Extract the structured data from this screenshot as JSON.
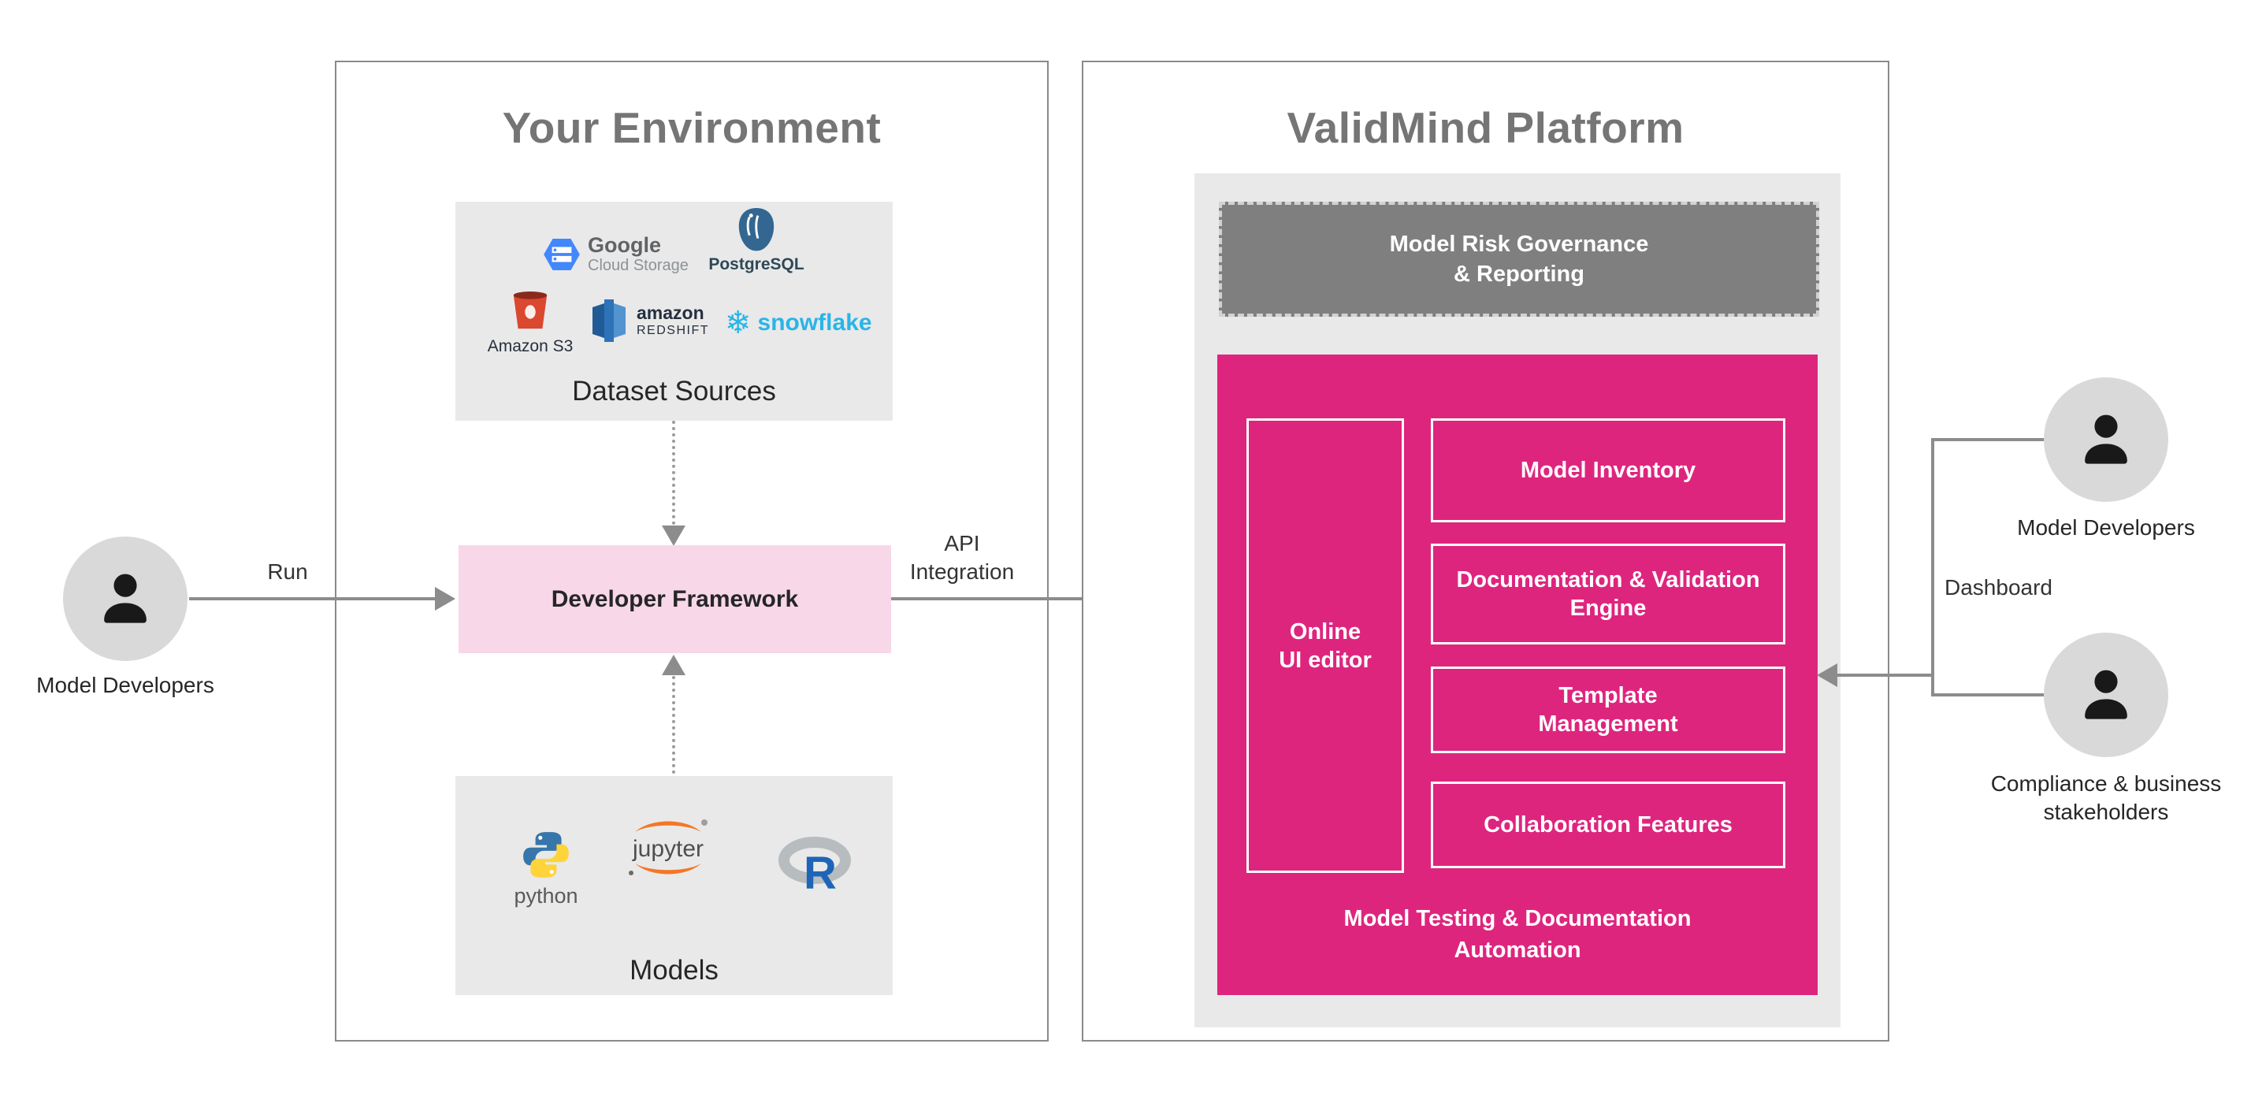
{
  "diagram": {
    "left_actor_label": "Model Developers",
    "run_label": "Run",
    "api_label": "API\nIntegration",
    "dashboard_label": "Dashboard",
    "environment": {
      "title": "Your Environment",
      "dataset_sources_label": "Dataset Sources",
      "developer_framework_label": "Developer Framework",
      "models_label": "Models"
    },
    "logos": {
      "google_cloud": {
        "name": "Google",
        "product": "Cloud Storage"
      },
      "postgresql": {
        "name": "PostgreSQL"
      },
      "amazon_s3": {
        "name": "Amazon S3"
      },
      "redshift": {
        "brand": "amazon",
        "product": "REDSHIFT"
      },
      "snowflake": {
        "name": "snowflake"
      },
      "python": {
        "name": "python"
      },
      "jupyter": {
        "name": "jupyter"
      },
      "r": {
        "name": "R"
      }
    },
    "platform": {
      "title": "ValidMind Platform",
      "governance_label": "Model Risk Governance\n& Reporting",
      "automation": {
        "label": "Model Testing & Documentation\nAutomation",
        "online_editor_label": "Online\nUI editor",
        "features": [
          "Model Inventory",
          "Documentation & Validation\nEngine",
          "Template\nManagement",
          "Collaboration Features"
        ]
      }
    },
    "right_actors": {
      "top_label": "Model Developers",
      "bottom_label": "Compliance & business\nstakeholders"
    }
  },
  "icons": {
    "snowflake_glyph": "❄"
  },
  "colors": {
    "magenta": "#de257e",
    "pink_light": "#f8d7e8",
    "panel_gray": "#e9e9e9",
    "governance_gray": "#7f7f7f",
    "border_gray": "#8a8a8a",
    "arrow_gray": "#8c8c8c",
    "title_gray": "#757575",
    "snowflake_blue": "#29b5e8"
  }
}
